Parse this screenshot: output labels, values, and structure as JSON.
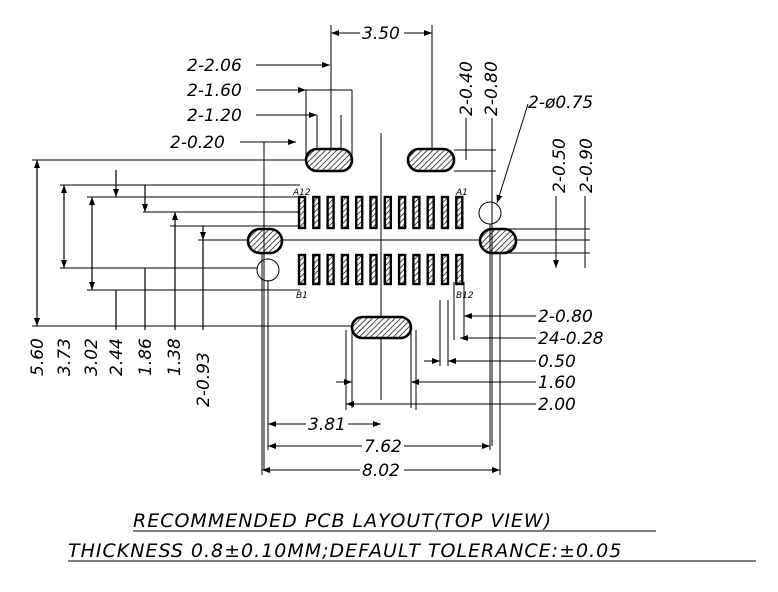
{
  "drawing": {
    "title": "RECOMMENDED  PCB  LAYOUT(TOP  VIEW)",
    "subtitle": "THICKNESS  0.8±0.10MM;DEFAULT  TOLERANCE:±0.05"
  },
  "pins": {
    "a12": "A12",
    "a1": "A1",
    "b1": "B1",
    "b12": "B12"
  },
  "dims": {
    "d350": "3.50",
    "d2_206": "2-2.06",
    "d2_160": "2-1.60",
    "d2_120": "2-1.20",
    "d2_020": "2-0.20",
    "d2_040": "2-0.40",
    "d2_080v": "2-0.80",
    "d2_phi075": "2-ø0.75",
    "d2_050": "2-0.50",
    "d2_090": "2-0.90",
    "d2_080h": "2-0.80",
    "d24_028": "24-0.28",
    "d050": "0.50",
    "d160": "1.60",
    "d200": "2.00",
    "d381": "3.81",
    "d762": "7.62",
    "d802": "8.02",
    "d560": "5.60",
    "d373": "3.73",
    "d302": "3.02",
    "d244": "2.44",
    "d186": "1.86",
    "d138": "1.38",
    "d2_093": "2-0.93"
  }
}
